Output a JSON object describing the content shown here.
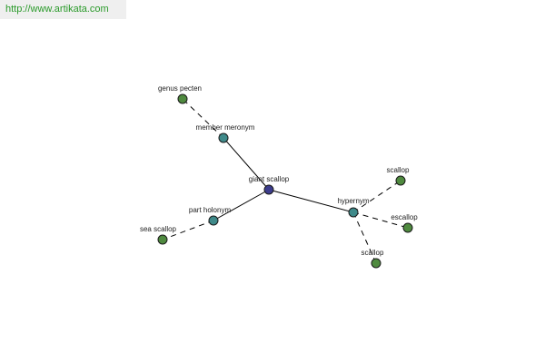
{
  "watermark": {
    "url_text": "http://www.artikata.com"
  },
  "colors": {
    "center_node": "#3c3c8c",
    "relation_node": "#3f8a8a",
    "leaf_node": "#4f8a3f",
    "watermark_text": "#2a9a2a"
  },
  "graph": {
    "nodes": [
      {
        "id": "giant-scallop",
        "label": "giant scallop",
        "kind": "center"
      },
      {
        "id": "member-meronym",
        "label": "member meronym",
        "kind": "relation"
      },
      {
        "id": "part-holonym",
        "label": "part holonym",
        "kind": "relation"
      },
      {
        "id": "hypernym",
        "label": "hypernym",
        "kind": "relation"
      },
      {
        "id": "genus-pecten",
        "label": "genus pecten",
        "kind": "leaf"
      },
      {
        "id": "sea-scallop",
        "label": "sea scallop",
        "kind": "leaf"
      },
      {
        "id": "scallop-1",
        "label": "scallop",
        "kind": "leaf"
      },
      {
        "id": "escallop",
        "label": "escallop",
        "kind": "leaf"
      },
      {
        "id": "scallop-2",
        "label": "scallop",
        "kind": "leaf"
      }
    ],
    "edges": [
      {
        "from": "giant-scallop",
        "to": "member-meronym",
        "style": "solid"
      },
      {
        "from": "giant-scallop",
        "to": "part-holonym",
        "style": "solid"
      },
      {
        "from": "giant-scallop",
        "to": "hypernym",
        "style": "solid"
      },
      {
        "from": "member-meronym",
        "to": "genus-pecten",
        "style": "dashed"
      },
      {
        "from": "part-holonym",
        "to": "sea-scallop",
        "style": "dashed"
      },
      {
        "from": "hypernym",
        "to": "scallop-1",
        "style": "dashed"
      },
      {
        "from": "hypernym",
        "to": "escallop",
        "style": "dashed"
      },
      {
        "from": "hypernym",
        "to": "scallop-2",
        "style": "dashed"
      }
    ]
  }
}
